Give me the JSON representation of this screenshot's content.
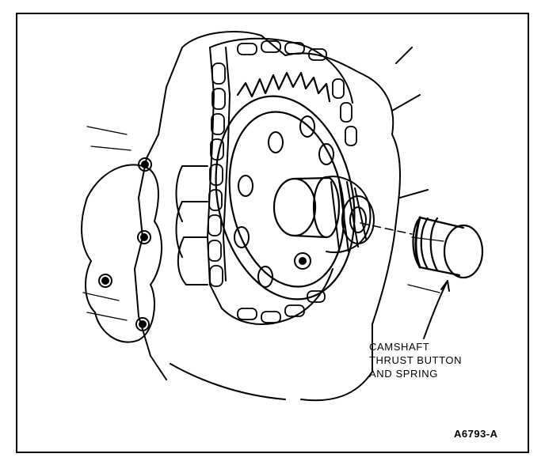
{
  "callout": {
    "lines": [
      "CAMSHAFT",
      "THRUST BUTTON",
      "AND SPRING"
    ]
  },
  "figure_id": "A6793-A",
  "colors": {
    "ink": "#000000",
    "paper": "#ffffff"
  }
}
